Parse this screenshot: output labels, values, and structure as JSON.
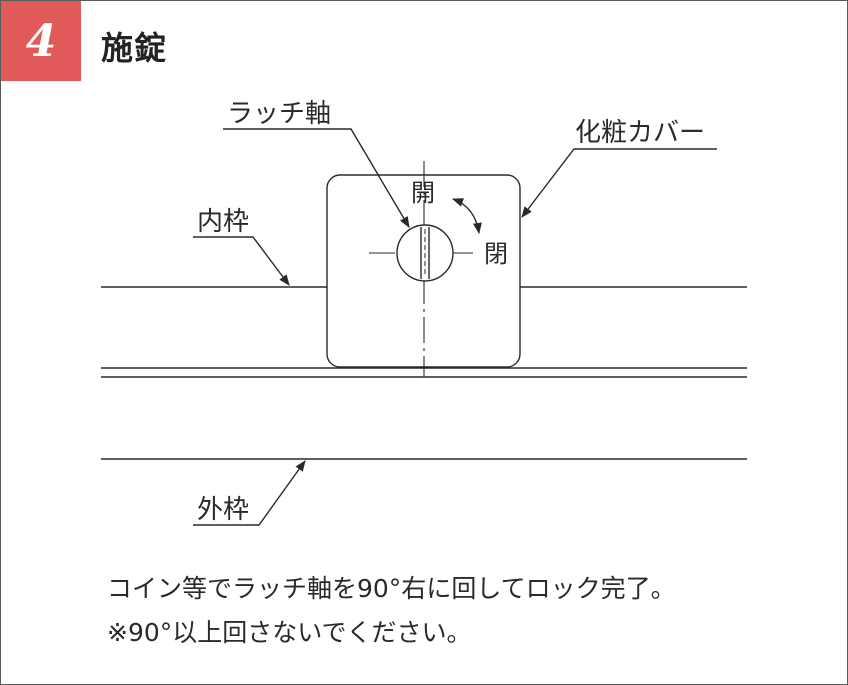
{
  "header": {
    "step_number": "4",
    "title": "施錠",
    "badge_color": "#e05a5a"
  },
  "diagram": {
    "labels": {
      "latch_shaft": "ラッチ軸",
      "cover": "化粧カバー",
      "inner_frame": "内枠",
      "outer_frame": "外枠",
      "open": "開",
      "close": "閉"
    }
  },
  "instructions": {
    "line1": "コイン等でラッチ軸を90°右に回してロック完了。",
    "line2": "※90°以上回さないでください。"
  }
}
